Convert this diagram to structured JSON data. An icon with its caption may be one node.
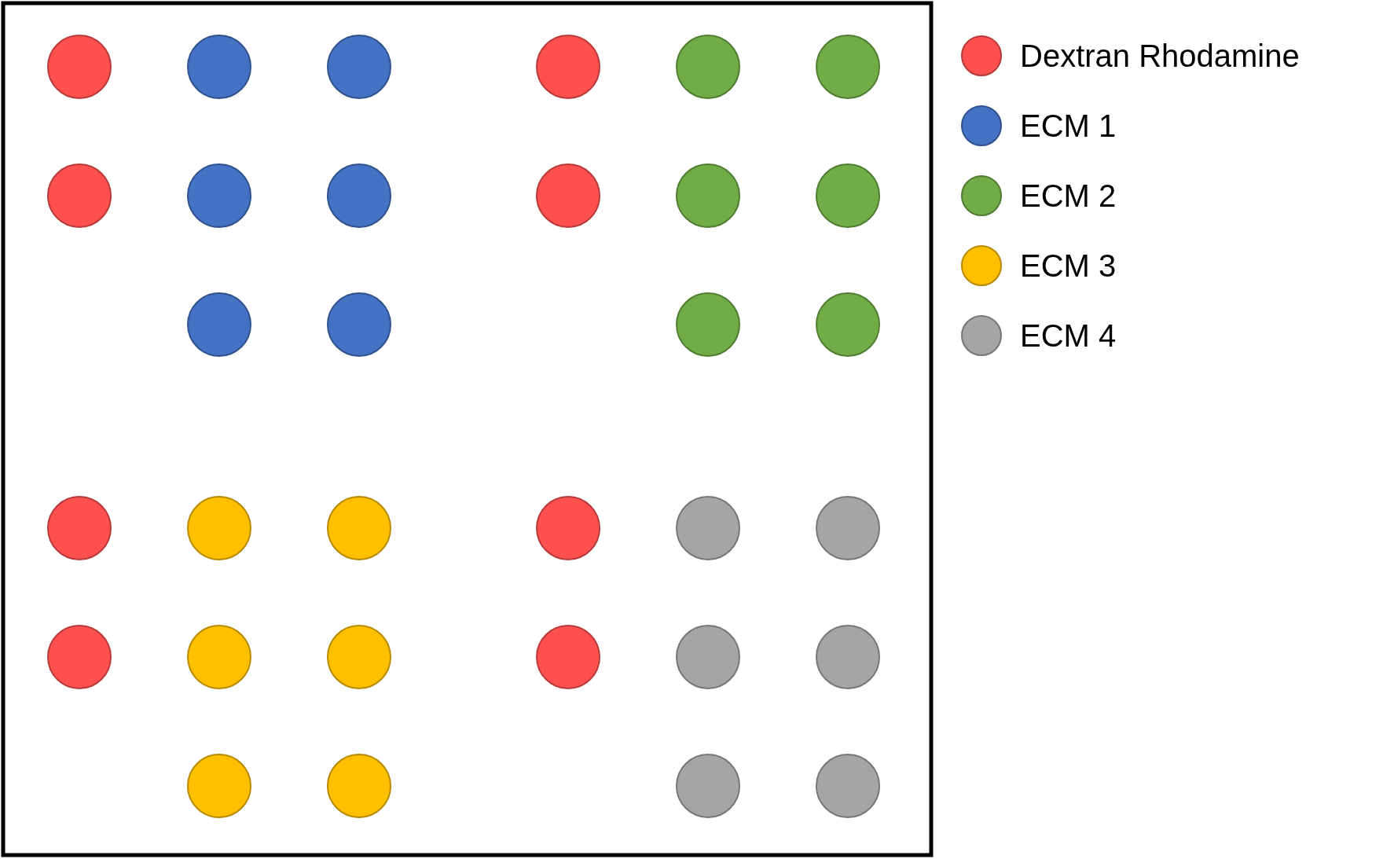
{
  "diagram": {
    "legend": [
      {
        "text": "Dextran Rhodamine",
        "color": "#ff5050"
      },
      {
        "text": "ECM 1",
        "color": "#4472c4"
      },
      {
        "text": "ECM 2",
        "color": "#70ad47"
      },
      {
        "text": "ECM 3",
        "color": "#ffc000"
      },
      {
        "text": "ECM 4",
        "color": "#a5a5a5"
      }
    ]
  }
}
